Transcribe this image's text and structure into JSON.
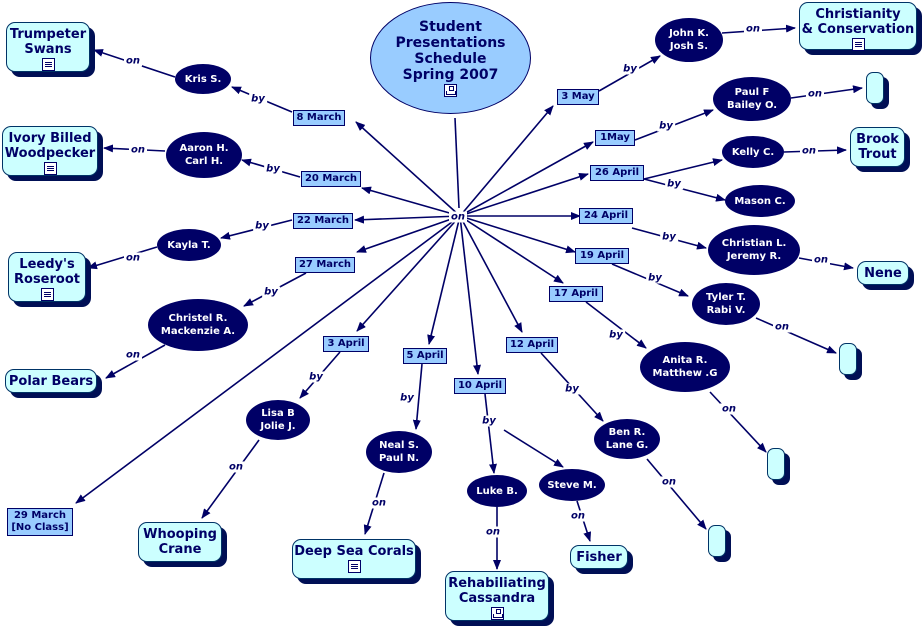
{
  "center": {
    "line1": "Student",
    "line2": "Presentations",
    "line3": "Schedule",
    "line4": "Spring 2007",
    "icon": "concept-map-icon"
  },
  "hub_label": "on",
  "link_by": "by",
  "link_on": "on",
  "topics": {
    "trumpeter_swans": {
      "line1": "Trumpeter",
      "line2": "Swans",
      "icon": "document-icon"
    },
    "ivory_billed": {
      "line1": "Ivory Billed",
      "line2": "Woodpecker",
      "icon": "document-icon"
    },
    "leedys_roseroot": {
      "line1": "Leedy's",
      "line2": "Roseroot",
      "icon": "document-icon"
    },
    "polar_bears": {
      "line1": "Polar Bears"
    },
    "whooping_crane": {
      "line1": "Whooping",
      "line2": "Crane"
    },
    "deep_sea_corals": {
      "line1": "Deep Sea Corals",
      "icon": "document-icon"
    },
    "rehabiliating": {
      "line1": "Rehabiliating",
      "line2": "Cassandra",
      "icon": "concept-map-icon"
    },
    "fisher": {
      "line1": "Fisher"
    },
    "christianity": {
      "line1": "Christianity",
      "line2": "& Conservation",
      "icon": "document-icon"
    },
    "brook_trout": {
      "line1": "Brook",
      "line2": "Trout"
    },
    "nene": {
      "line1": "Nene"
    },
    "empty_paul": {
      "line1": ""
    },
    "empty_tyler": {
      "line1": ""
    },
    "empty_anita": {
      "line1": ""
    },
    "empty_ben": {
      "line1": ""
    }
  },
  "dates": {
    "mar8": "8 March",
    "mar20": "20 March",
    "mar22": "22 March",
    "mar27": "27 March",
    "mar29_line1": "29 March",
    "mar29_line2": "[No Class]",
    "apr3": "3 April",
    "apr5": "5 April",
    "apr10": "10 April",
    "apr12": "12 April",
    "apr17": "17 April",
    "apr19": "19 April",
    "apr24": "24 April",
    "apr26": "26 April",
    "may1": "1May",
    "may3": "3 May"
  },
  "people": {
    "kris": "Kris S.",
    "aaron": "Aaron H.\nCarl H.",
    "kayla": "Kayla T.",
    "christel": "Christel R.\nMackenzie A.",
    "lisa": "Lisa B\nJolie J.",
    "neal": "Neal S.\nPaul N.",
    "luke": "Luke B.",
    "steve": "Steve M.",
    "ben": "Ben R.\nLane G.",
    "anita": "Anita R.\nMatthew .G",
    "tyler": "Tyler T.\nRabi V.",
    "christian": "Christian L.\nJeremy R.",
    "mason": "Mason C.",
    "kelly": "Kelly C.",
    "paul": "Paul F\nBailey O.",
    "john": "John K.\nJosh S."
  },
  "colors": {
    "node_dark": "#000066",
    "topic_fill": "#ccffff",
    "date_fill": "#99ccff",
    "center_fill": "#99ccff",
    "shadow": "#000f55"
  }
}
